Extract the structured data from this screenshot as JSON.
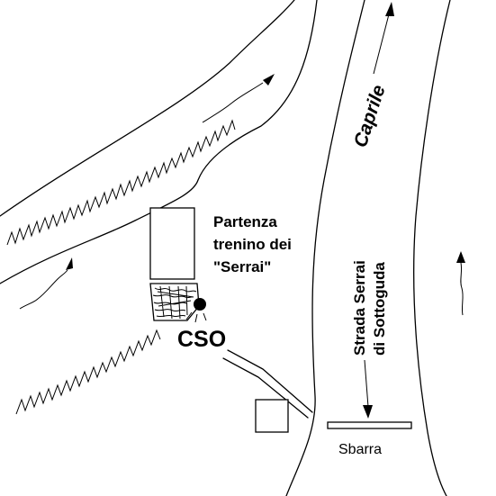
{
  "labels": {
    "partenza_line1": "Partenza",
    "partenza_line2": "trenino dei",
    "partenza_line3": "\"Serrai\"",
    "cso": "CSO",
    "caprile": "Caprile",
    "strada_line1": "Strada Serrai",
    "strada_line2": "di Sottoguda",
    "sbarra": "Sbarra"
  },
  "colors": {
    "ink": "#000000",
    "background": "#ffffff"
  }
}
